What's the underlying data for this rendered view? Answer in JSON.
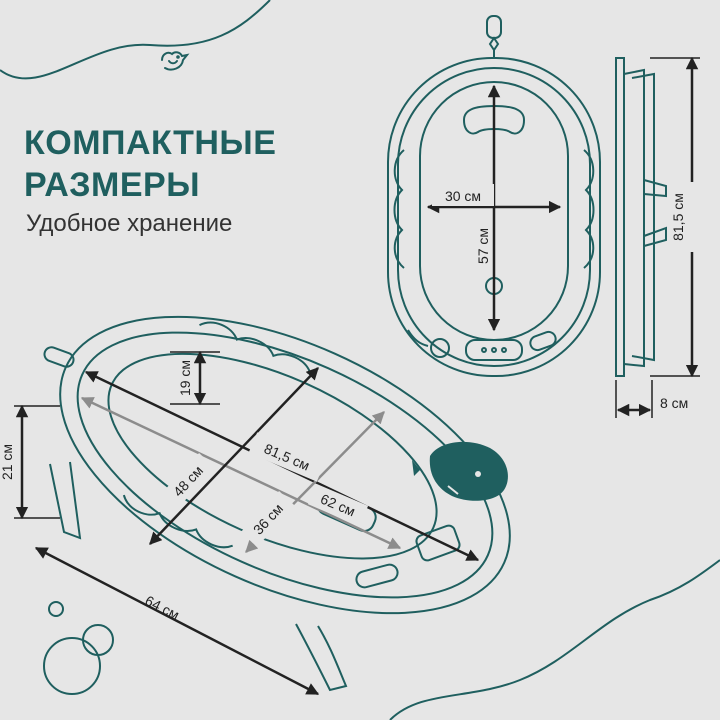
{
  "colors": {
    "background": "#e6e6e6",
    "teal": "#1f5f5f",
    "gray": "#8c8c8c",
    "dark": "#222222",
    "text": "#333333"
  },
  "heading": {
    "line1": "КОМПАКТНЫЕ",
    "line2": "РАЗМЕРЫ",
    "subtitle": "Удобное хранение"
  },
  "icons": [
    "bird-icon",
    "bubbles-icon",
    "whale-icon"
  ],
  "dimensions": {
    "top_view_width": "30 см",
    "top_view_length": "57 см",
    "side_view_length": "81,5 см",
    "side_view_depth": "8 см",
    "iso_length": "81,5 см",
    "iso_inner_length": "62 см",
    "iso_width": "48 см",
    "iso_inner_width": "36 см",
    "iso_depth": "19 см",
    "iso_height": "21 см",
    "iso_base": "64 см"
  }
}
